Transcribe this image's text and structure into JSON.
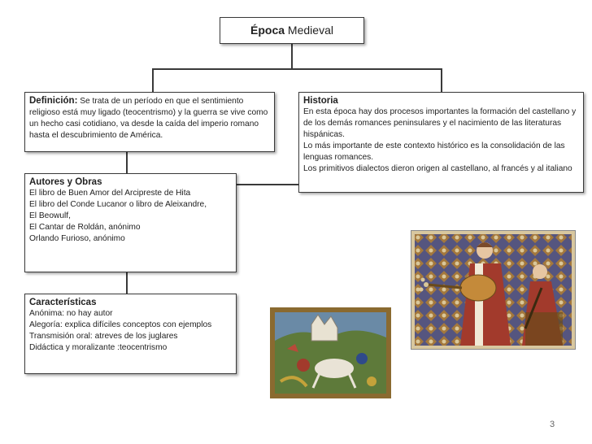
{
  "title": {
    "bold": "Época",
    "rest": " Medieval"
  },
  "definicion": {
    "label": "Definición:",
    "text": " Se trata de un período en que el sentimiento religioso está muy ligado (teocentrismo) y la guerra se vive como un hecho casi cotidiano, va desde la caída del imperio romano hasta el descubrimiento de América."
  },
  "historia": {
    "label": "Historia",
    "paragraphs": [
      "En esta época hay dos procesos importantes  la formación del castellano y de los demás romances peninsulares y el nacimiento de las literaturas hispánicas.",
      "Lo más importante de este contexto histórico es la consolidación de las lenguas romances.",
      "Los primitivos dialectos dieron origen al castellano, al francés y al italiano"
    ]
  },
  "autores": {
    "label": "Autores y Obras",
    "items": [
      "El libro de Buen Amor del Arcipreste de Hita",
      "El libro del Conde Lucanor o libro de Aleixandre,",
      "El Beowulf,",
      "El Cantar de Roldán, anónimo",
      "Orlando Furioso, anónimo"
    ]
  },
  "caracteristicas": {
    "label": "Características",
    "items": [
      "Anónima: no hay autor",
      "Alegoría: explica difíciles conceptos con ejemplos",
      "Transmisión oral: atreves de los juglares",
      "Didáctica y moralizante :teocentrismo"
    ]
  },
  "slide_number": "3",
  "colors": {
    "border": "#3a3a3a",
    "minstrel_bg": "#5a5a8a",
    "robe_red": "#a23a2c",
    "painting_frame": "#8a6a30"
  }
}
